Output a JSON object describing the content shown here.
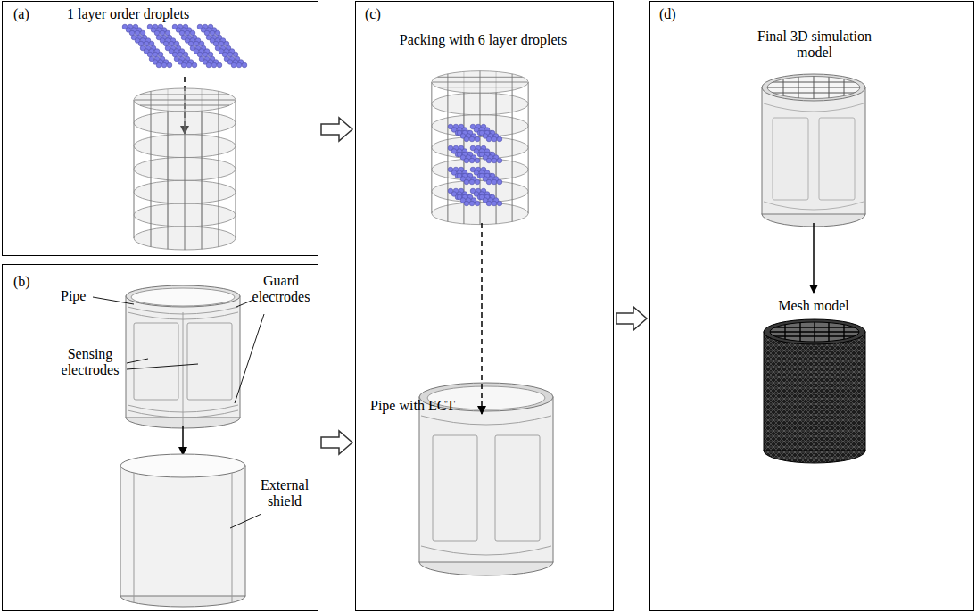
{
  "diagram": {
    "nodes": [
      {
        "text": [
          "(a)",
          "1 layer order droplets"
        ]
      },
      {
        "text": [
          "(b)"
        ]
      },
      {
        "text": [
          "(c)",
          "Packing with 6 layer droplets"
        ]
      },
      {
        "text": [
          "(d)",
          "Final 3D simulation model"
        ]
      }
    ],
    "edges": [
      {
        "from": 0,
        "to": 2,
        "arrow": "to"
      },
      {
        "from": 1,
        "to": 2,
        "arrow": "to"
      },
      {
        "from": 2,
        "to": 3,
        "arrow": "to"
      }
    ],
    "labels": [
      "Pipe",
      "Guard electrodes",
      "Sensing electrodes",
      "External shield",
      "Pipe with ECT",
      "Mesh model"
    ]
  }
}
